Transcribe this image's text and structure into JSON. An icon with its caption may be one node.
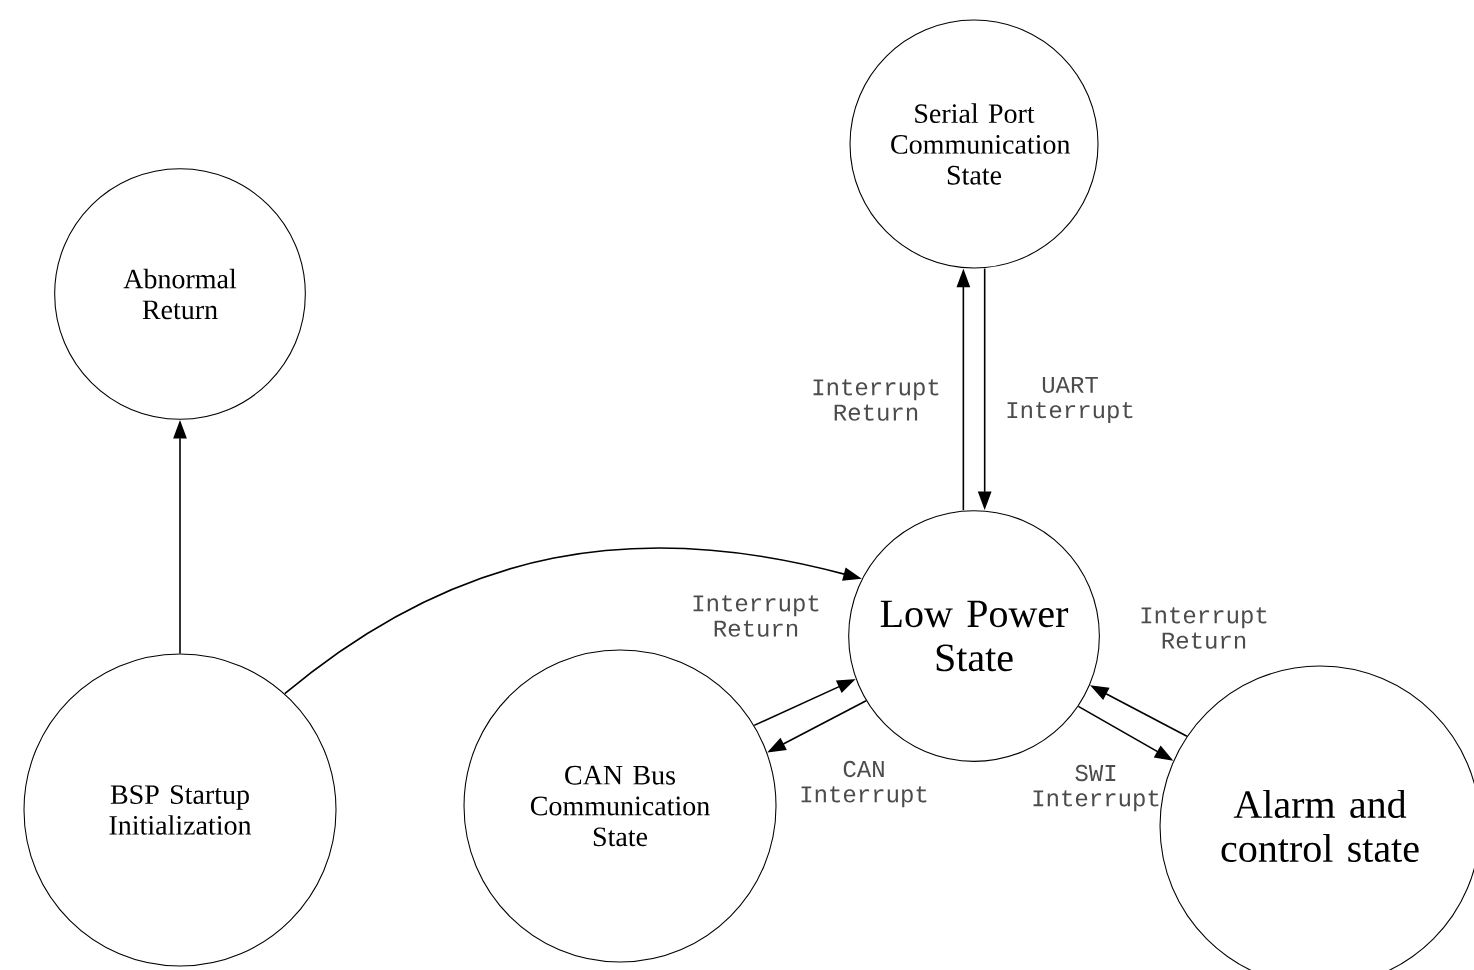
{
  "diagram": {
    "nodes": [
      {
        "text": [
          "Serial Port Communication State"
        ]
      },
      {
        "text": [
          "Abnormal Return"
        ]
      },
      {
        "text": [
          "Low Power State"
        ]
      },
      {
        "text": [
          "BSP Startup Initialization"
        ]
      },
      {
        "text": [
          "CAN Bus Communication State"
        ]
      },
      {
        "text": [
          "Alarm and control state"
        ]
      }
    ],
    "edges": [
      {
        "from": 2,
        "to": 0,
        "arrow": "to",
        "label": "Interrupt Return"
      },
      {
        "from": 0,
        "to": 2,
        "arrow": "to",
        "label": "UART Interrupt"
      },
      {
        "from": 3,
        "to": 1,
        "arrow": "to"
      },
      {
        "from": 3,
        "to": 2,
        "arrow": "to"
      },
      {
        "from": 4,
        "to": 2,
        "arrow": "to",
        "label": "Interrupt Return"
      },
      {
        "from": 2,
        "to": 4,
        "arrow": "to",
        "label": "CAN Interrupt"
      },
      {
        "from": 2,
        "to": 5,
        "arrow": "to",
        "label": "SWI Interrupt"
      },
      {
        "from": 5,
        "to": 2,
        "arrow": "to",
        "label": "Interrupt Return"
      }
    ]
  }
}
